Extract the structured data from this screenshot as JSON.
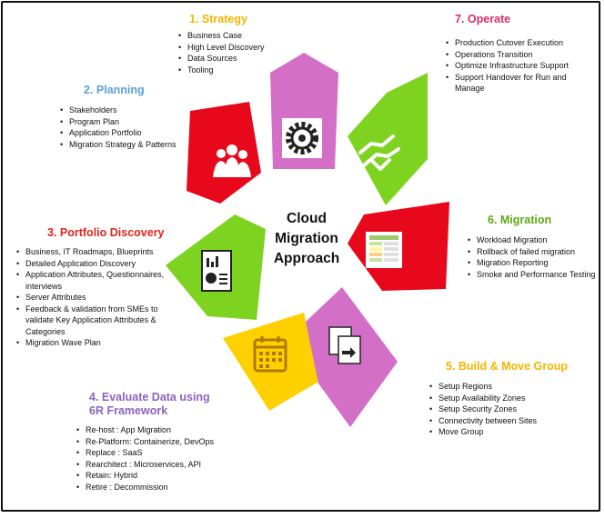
{
  "center": {
    "line1": "Cloud",
    "line2": "Migration",
    "line3": "Approach"
  },
  "stages": {
    "strategy": {
      "title": "1. Strategy",
      "items": [
        "Business Case",
        "High Level Discovery",
        "Data Sources",
        "Tooling"
      ]
    },
    "planning": {
      "title": "2. Planning",
      "items": [
        "Stakeholders",
        "Program Plan",
        "Application Portfolio",
        "Migration Strategy & Patterns"
      ]
    },
    "discovery": {
      "title": "3. Portfolio Discovery",
      "items": [
        "Business, IT Roadmaps, Blueprints",
        "Detailed Application Discovery",
        "Application Attributes, Questionnaires, interviews",
        "Server Attributes",
        "Feedback & validation from SMEs to validate Key Application Attributes & Categories",
        "Migration Wave Plan"
      ]
    },
    "evaluate": {
      "title": "4. Evaluate Data using 6R Framework",
      "items": [
        "Re-host : App Migration",
        "Re-Platform: Containerize, DevOps",
        "Replace : SaaS",
        "Rearchitect : Microservices, API",
        "Retain: Hybrid",
        "Retire : Decommission"
      ]
    },
    "build": {
      "title": "5. Build & Move Group",
      "items": [
        "Setup Regions",
        "Setup Availability Zones",
        "Setup Security Zones",
        "Connectivity between Sites",
        "Move Group"
      ]
    },
    "migration": {
      "title": "6. Migration",
      "items": [
        "Workload Migration",
        "Rollback of failed migration",
        "Migration Reporting",
        "Smoke and Performance Testing"
      ]
    },
    "operate": {
      "title": "7. Operate",
      "items": [
        "Production Cutover Execution",
        "Operations Transition",
        "Optimize Infrastructure Support",
        "Support Handover for Run and Manage"
      ]
    }
  },
  "colors": {
    "magenta": "#d46fc8",
    "red": "#e8081b",
    "green": "#7ed321",
    "yellow": "#fed000"
  },
  "icons": {
    "strategy": "gear-icon",
    "planning": "people-icon",
    "discovery": "report-icon",
    "evaluate": "calendar-icon",
    "build": "document-transfer-icon",
    "migration": "spreadsheet-icon",
    "operate": "handshake-icon"
  }
}
